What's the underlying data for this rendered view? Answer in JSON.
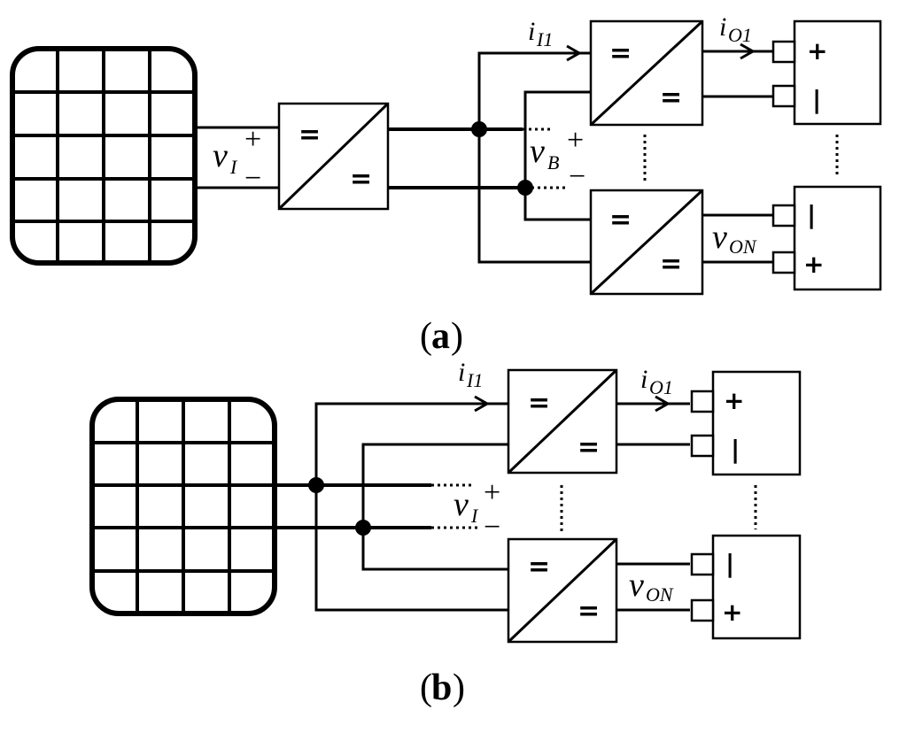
{
  "converter_symbol": "=",
  "signs": {
    "plus": "+",
    "minus": "−"
  },
  "battery_terminals": {
    "plus": "+",
    "minus": "|"
  },
  "panel_a": {
    "caption_open": "(",
    "caption_letter": "a",
    "caption_close": ")",
    "v_in": {
      "base": "v",
      "sub": "I"
    },
    "v_bus": {
      "base": "v",
      "sub": "B"
    },
    "i_in": {
      "base": "i",
      "sub": "I1"
    },
    "i_out": {
      "base": "i",
      "sub": "O1"
    },
    "v_out": {
      "base": "v",
      "sub": "ON"
    }
  },
  "panel_b": {
    "caption_open": "(",
    "caption_letter": "b",
    "caption_close": ")",
    "v_in": {
      "base": "v",
      "sub": "I"
    },
    "i_in": {
      "base": "i",
      "sub": "I1"
    },
    "i_out": {
      "base": "i",
      "sub": "O1"
    },
    "v_out": {
      "base": "v",
      "sub": "ON"
    }
  }
}
